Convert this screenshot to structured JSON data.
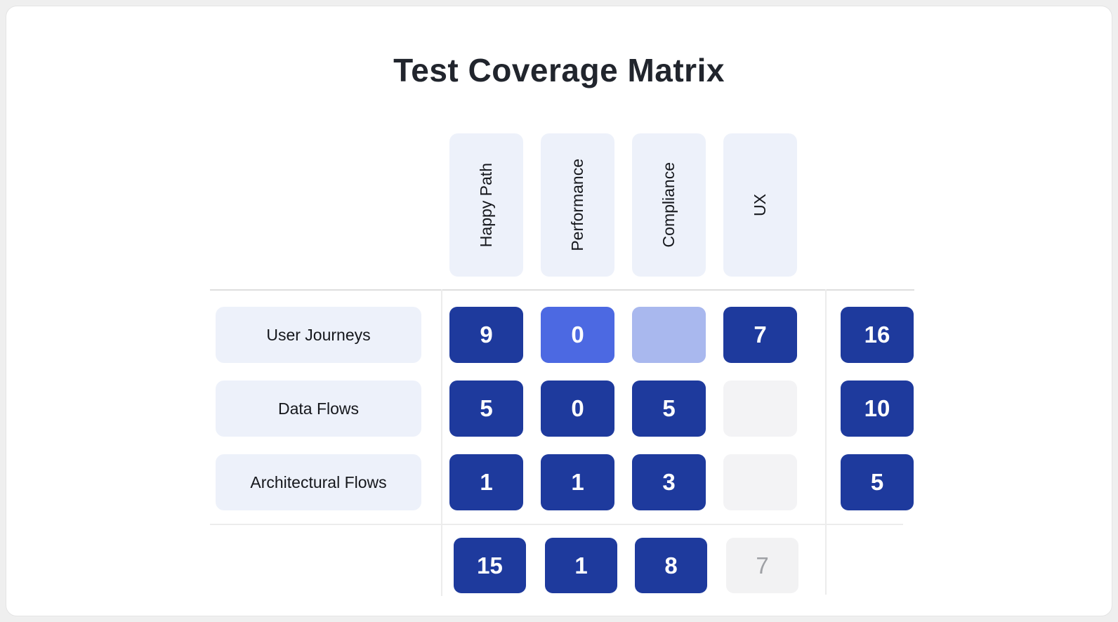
{
  "title": "Test Coverage Matrix",
  "chart_data": {
    "type": "heatmap",
    "title": "Test Coverage Matrix",
    "columns": [
      "Happy Path",
      "Performance",
      "Compliance",
      "UX"
    ],
    "rows": [
      "User Journeys",
      "Data Flows",
      "Architectural Flows"
    ],
    "matrix": [
      [
        "9",
        "0",
        "",
        "7"
      ],
      [
        "5",
        "0",
        "5",
        ""
      ],
      [
        "1",
        "1",
        "3",
        ""
      ]
    ],
    "cell_variants": [
      [
        "dark",
        "medium",
        "lightblue",
        "dark"
      ],
      [
        "dark",
        "dark",
        "dark",
        "gray"
      ],
      [
        "dark",
        "dark",
        "dark",
        "gray"
      ]
    ],
    "row_totals": [
      "16",
      "10",
      "5"
    ],
    "row_total_variants": [
      "dark",
      "dark",
      "dark"
    ],
    "column_totals": [
      "15",
      "1",
      "8",
      "7"
    ],
    "column_total_variants": [
      "dark",
      "dark",
      "dark",
      "muted"
    ],
    "legend": "none",
    "grid": true
  },
  "colors": {
    "cell_dark": "#1e3a9d",
    "cell_medium": "#4c69e2",
    "cell_lightblue": "#a9b8ee",
    "cell_empty_gray": "#f3f3f5",
    "cell_muted": "#f2f2f3",
    "muted_text": "#9fa1a5",
    "label_bg": "#edf1fa",
    "title_text": "#21252d",
    "gridline": "#e3e3e3",
    "page_bg": "#efefef",
    "card_bg": "#ffffff"
  }
}
